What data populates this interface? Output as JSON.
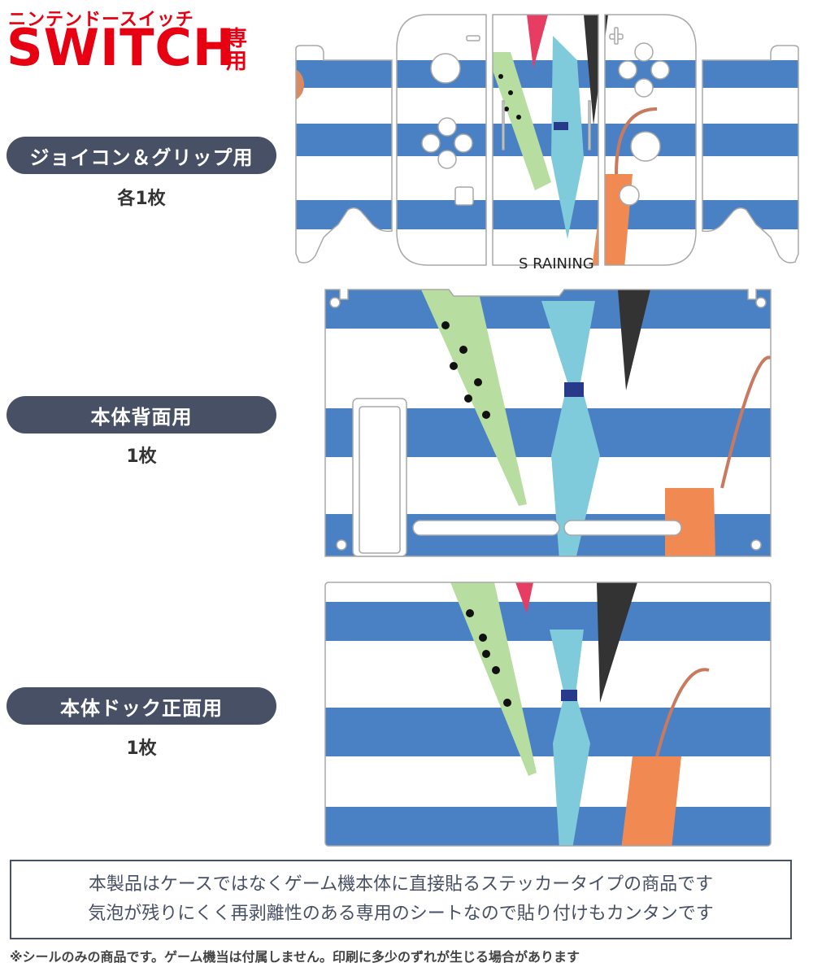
{
  "header": {
    "kana_title": "ニンテンドースイッチ",
    "main_title": "SWITCH",
    "suffix_1": "専",
    "suffix_2": "用"
  },
  "sections": [
    {
      "label": "ジョイコン＆グリップ用",
      "quantity": "各1枚"
    },
    {
      "label": "本体背面用",
      "quantity": "1枚"
    },
    {
      "label": "本体ドック正面用",
      "quantity": "1枚"
    }
  ],
  "design": {
    "partial_text": "S RAINING",
    "stripe_color": "#4a80c4",
    "background_color": "#ffffff"
  },
  "notice": {
    "line1": "本製品はケースではなくゲーム機本体に直接貼るステッカータイプの商品です",
    "line2": "気泡が残りにくく再剥離性のある専用のシートなので貼り付けもカンタンです"
  },
  "footnote": "※シールのみの商品です。ゲーム機当は付属しません。印刷に多少のずれが生じる場合があります",
  "colors": {
    "brand_red": "#e60012",
    "label_bg": "#475065"
  }
}
